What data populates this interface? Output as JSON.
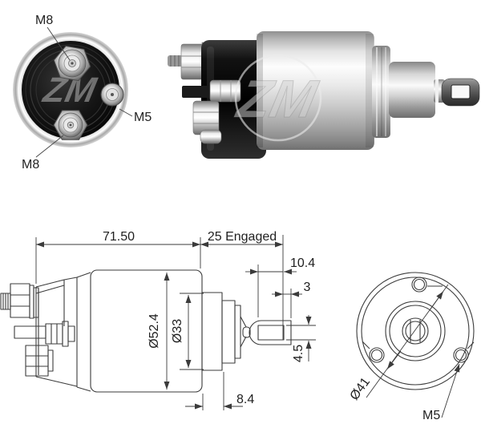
{
  "colors": {
    "background": "#ffffff",
    "drawing_line": "#3b3b3b",
    "dimension_text": "#1f1f1f",
    "label_text": "#222222",
    "cap_black": "#131313",
    "metal_highlight": "#fdfdfd",
    "metal_shadow": "#747474",
    "watermark_gray": "#c8c8c8"
  },
  "brand": {
    "watermark_text": "ZM"
  },
  "end_view_photo": {
    "labels": {
      "top_terminal": "M8",
      "side_terminal": "M5",
      "bottom_terminal": "M8"
    }
  },
  "technical_drawing": {
    "side_view_dimensions": {
      "body_length": "71.50",
      "plunger_engaged": "25 Engaged",
      "fork_slot_depth": "10.4",
      "fork_tip_width": "3",
      "body_diameter": "Ø52.4",
      "front_collar_diameter": "Ø33",
      "fork_slot_height": "4.5",
      "flange_to_collar": "8.4"
    },
    "end_view_dimensions": {
      "bolt_circle_diameter": "Ø41",
      "mounting_thread": "M5"
    }
  }
}
